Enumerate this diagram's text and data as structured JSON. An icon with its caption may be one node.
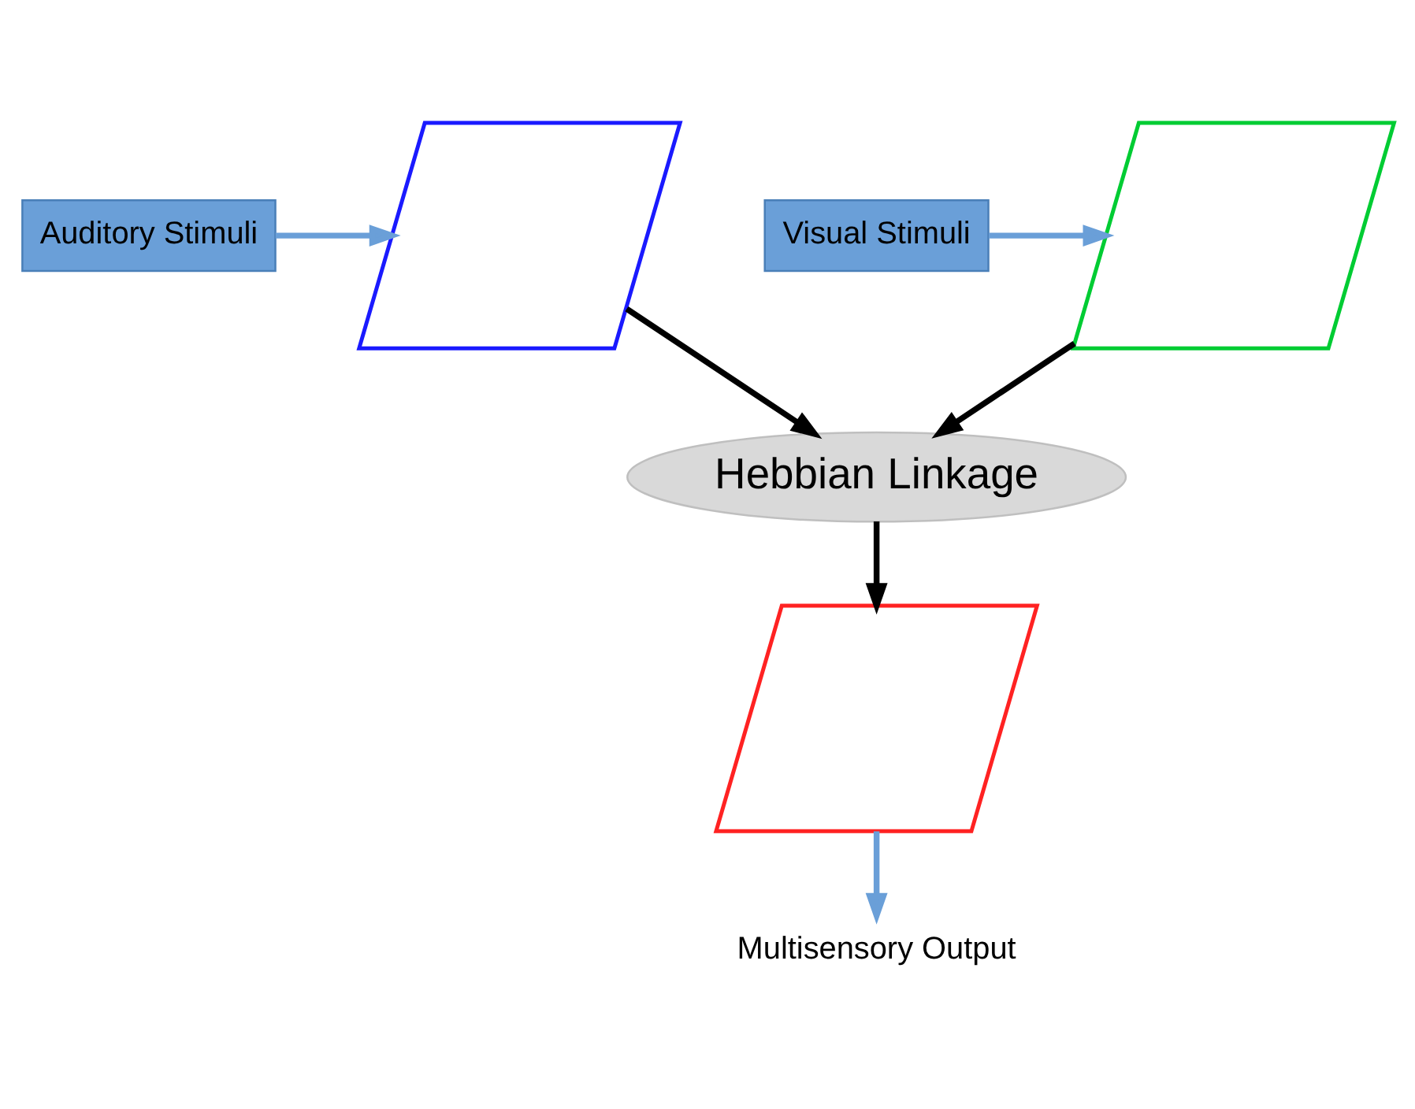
{
  "diagram": {
    "nodes": [
      {
        "text": [
          "Auditory Stimuli"
        ]
      },
      {
        "text": [],
        "shape": "parallelogram"
      },
      {
        "text": [
          "Visual Stimuli"
        ]
      },
      {
        "text": [],
        "shape": "parallelogram"
      },
      {
        "text": [
          "Hebbian Linkage"
        ]
      },
      {
        "text": [],
        "shape": "parallelogram"
      },
      {
        "text": [
          "Multisensory Output"
        ]
      }
    ],
    "edges": [
      {
        "from": 0,
        "to": 1,
        "arrow": "to",
        "color": "#6a9fd8"
      },
      {
        "from": 2,
        "to": 3,
        "arrow": "to",
        "color": "#6a9fd8"
      },
      {
        "from": 1,
        "to": 4,
        "arrow": "to",
        "color": "#000000"
      },
      {
        "from": 3,
        "to": 4,
        "arrow": "to",
        "color": "#000000"
      },
      {
        "from": 4,
        "to": 5,
        "arrow": "to",
        "color": "#000000"
      },
      {
        "from": 5,
        "to": 6,
        "arrow": "to",
        "color": "#6a9fd8"
      }
    ]
  }
}
